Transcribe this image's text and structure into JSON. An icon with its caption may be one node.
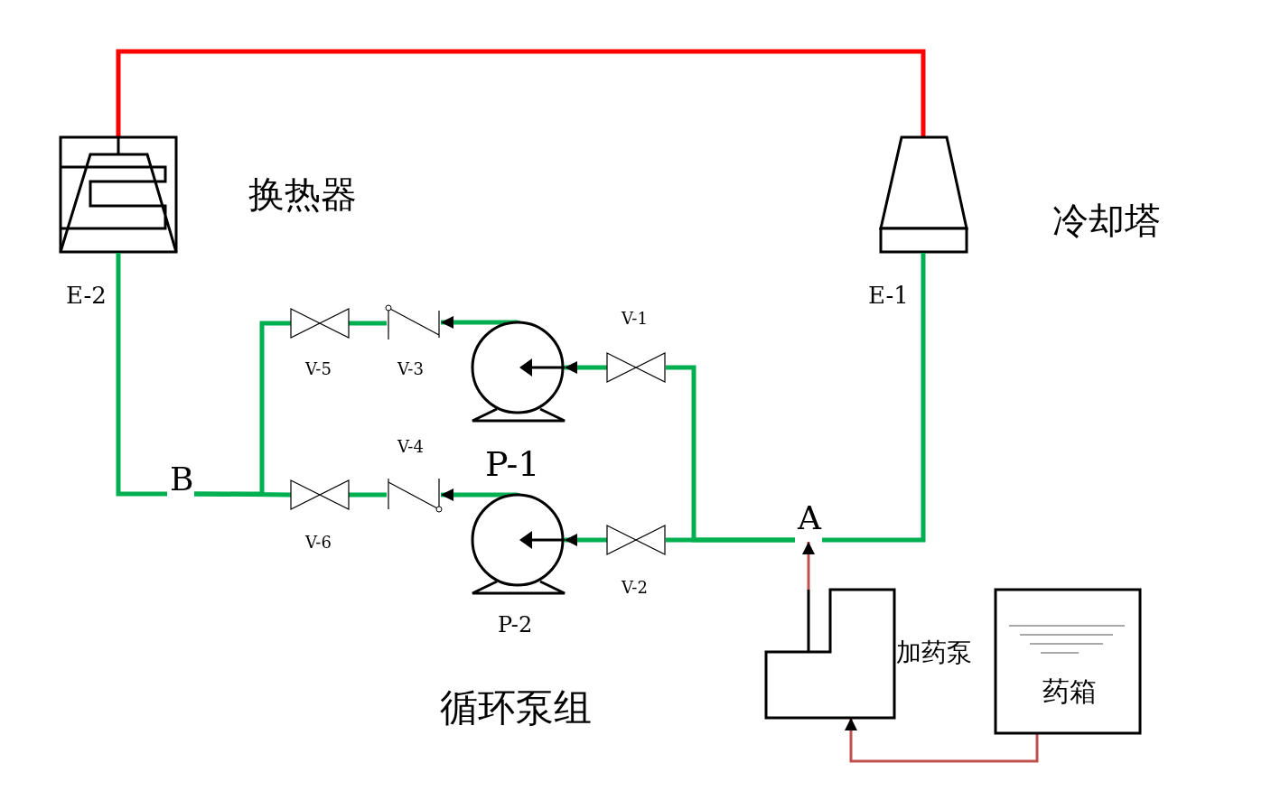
{
  "diagram": {
    "nodes": [
      {
        "text": [
          "E-2"
        ],
        "beside": [
          "换热器"
        ]
      },
      {
        "text": [
          "E-1"
        ],
        "beside": [
          "冷却塔"
        ]
      },
      {
        "text": [
          "V-5"
        ]
      },
      {
        "text": [
          "V-3"
        ]
      },
      {
        "text": [
          "P-1"
        ]
      },
      {
        "text": [
          "V-1"
        ]
      },
      {
        "text": [
          "B"
        ]
      },
      {
        "text": [
          "V-6"
        ]
      },
      {
        "text": [
          "V-4"
        ]
      },
      {
        "text": [
          "P-2"
        ]
      },
      {
        "text": [
          "V-2"
        ]
      },
      {
        "text": [
          "A"
        ]
      },
      {
        "text": [
          "加药泵"
        ]
      },
      {
        "text": [
          "药箱"
        ]
      }
    ],
    "edges": [
      {
        "from": 0,
        "to": 1,
        "arrow": "none",
        "color": "#ff0000"
      },
      {
        "from": 0,
        "to": 6,
        "arrow": "none"
      },
      {
        "from": 6,
        "to": 2,
        "arrow": "none"
      },
      {
        "from": 6,
        "to": 7,
        "arrow": "none"
      },
      {
        "from": 2,
        "to": 3,
        "arrow": "none"
      },
      {
        "from": 4,
        "to": 3,
        "arrow": "to"
      },
      {
        "from": 5,
        "to": 4,
        "arrow": "to"
      },
      {
        "from": 7,
        "to": 8,
        "arrow": "none"
      },
      {
        "from": 9,
        "to": 8,
        "arrow": "to"
      },
      {
        "from": 10,
        "to": 9,
        "arrow": "to"
      },
      {
        "from": 5,
        "to": 11,
        "arrow": "none"
      },
      {
        "from": 10,
        "to": 11,
        "arrow": "none"
      },
      {
        "from": 11,
        "to": 1,
        "arrow": "none"
      },
      {
        "from": 12,
        "to": 11,
        "arrow": "to",
        "color": "#c0504d"
      },
      {
        "from": 13,
        "to": 12,
        "arrow": "to",
        "color": "#c0504d"
      }
    ],
    "labels": [
      "循环泵组"
    ]
  }
}
